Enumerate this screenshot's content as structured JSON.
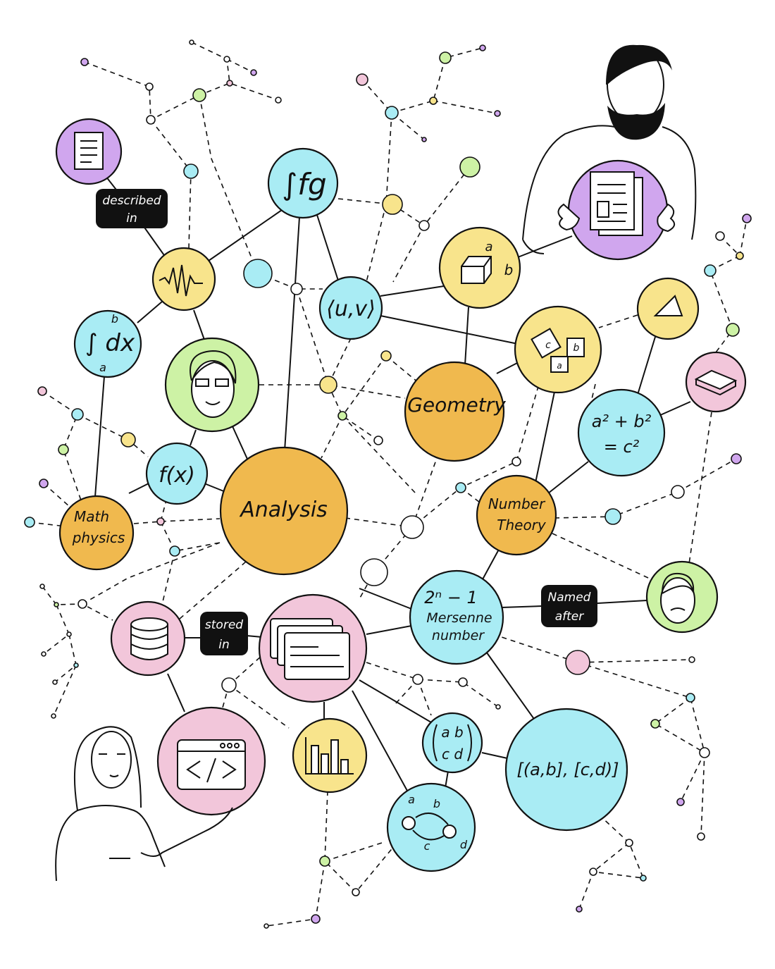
{
  "colors": {
    "orange": "#f0b94e",
    "cyan": "#a9ecf4",
    "yellow": "#f8e48c",
    "pink": "#f2c6da",
    "purple": "#d0a6ee",
    "green": "#cdf2a5"
  },
  "nodes": {
    "analysis": "Analysis",
    "geometry": "Geometry",
    "number_theory_1": "Number",
    "number_theory_2": "Theory",
    "math_physics_1": "Math",
    "math_physics_2": "physics",
    "mersenne_formula": "2ⁿ − 1",
    "mersenne_1": "Mersenne",
    "mersenne_2": "number",
    "pythagoras_1": "a² + b²",
    "pythagoras_2": "= c²",
    "inner_product": "⟨u,v⟩",
    "function": "f(x)",
    "integral_fg": "∫fg",
    "definite_integral": "∫ dx",
    "integral_upper": "b",
    "integral_lower": "a",
    "intervals": "[(a,b], [c,d)]",
    "matrix_top": "a b",
    "matrix_bottom": "c d",
    "cuboid_a": "a",
    "cuboid_b": "b",
    "graph_a": "a",
    "graph_b": "b",
    "graph_c": "c",
    "graph_d": "d",
    "square_a": "a",
    "square_b": "b",
    "square_c": "c"
  },
  "tags": {
    "described_1": "described",
    "described_2": "in",
    "stored_1": "stored",
    "stored_2": "in",
    "named_1": "Named",
    "named_2": "after"
  }
}
